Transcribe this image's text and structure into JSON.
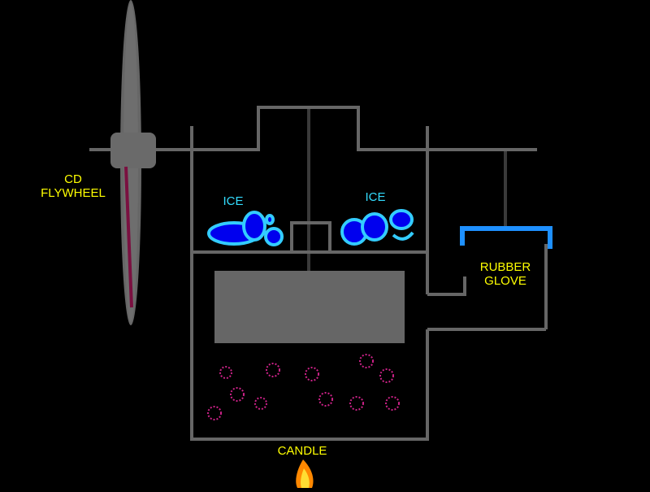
{
  "labels": {
    "flywheel": [
      "CD",
      "FLYWHEEL"
    ],
    "ice_left": "ICE",
    "ice_right": "ICE",
    "glove": [
      "RUBBER",
      "GLOVE"
    ],
    "candle": "CANDLE"
  },
  "colors": {
    "background": "#000000",
    "structure": "#666666",
    "rod": "#3a3a3a",
    "label_text": "#ffff00",
    "ice_label": "#33ddff",
    "ice_fill": "#0000ee",
    "ice_outline": "#33ccff",
    "glove": "#1e90ff",
    "flywheel_spoke": "#7a1040",
    "particles": "#cc2288",
    "flame": "#ff8800"
  }
}
